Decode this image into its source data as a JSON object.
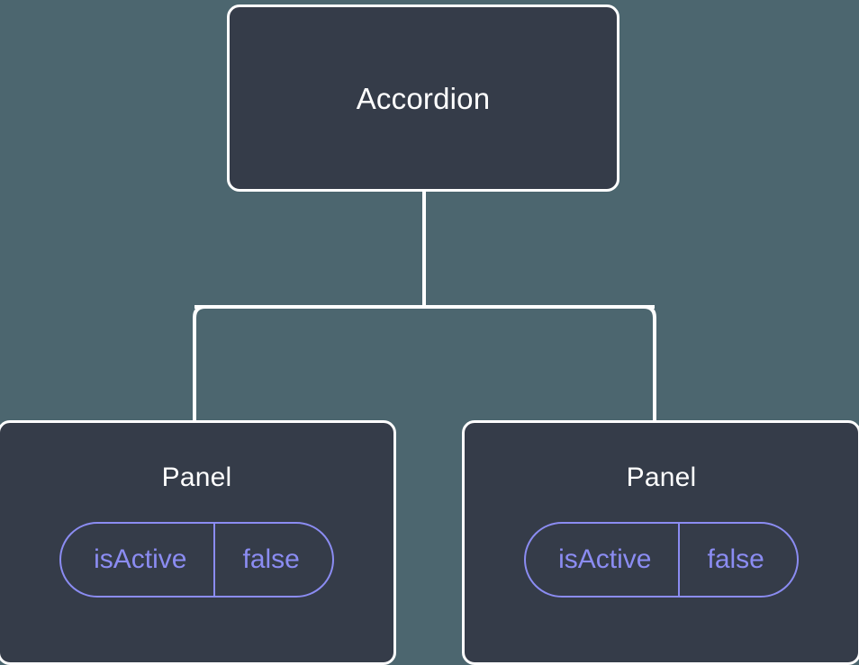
{
  "diagram": {
    "type": "component-tree",
    "background_color": "#4c666f",
    "node_fill_color": "#353c49",
    "node_border_color": "#ffffff",
    "node_text_color": "#ffffff",
    "prop_accent_color": "#8b8cf2",
    "connector_color": "#ffffff",
    "root": {
      "label": "Accordion"
    },
    "children": [
      {
        "label": "Panel",
        "props": [
          {
            "key": "isActive",
            "value": "false"
          }
        ]
      },
      {
        "label": "Panel",
        "props": [
          {
            "key": "isActive",
            "value": "false"
          }
        ]
      }
    ]
  }
}
